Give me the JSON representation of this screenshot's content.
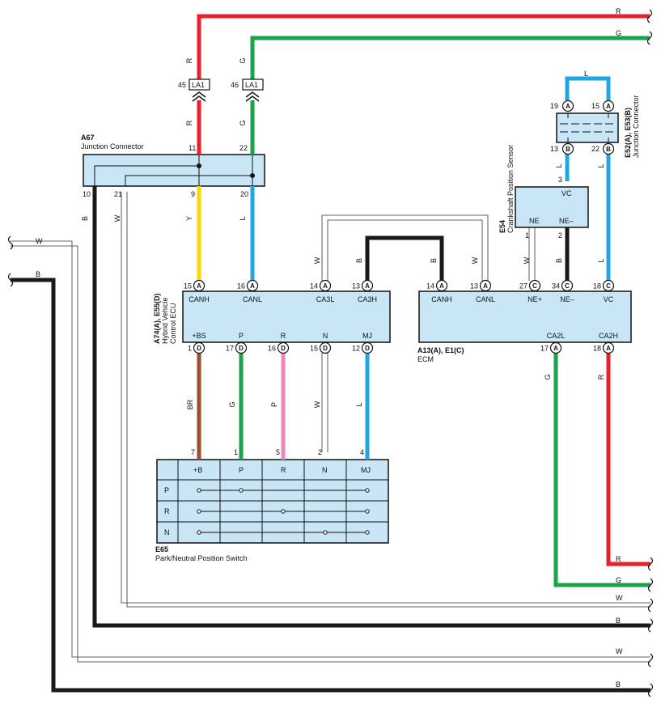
{
  "colors": {
    "R": "#e8202a",
    "G": "#1aa34a",
    "Y": "#ffd700",
    "L": "#1ea7e1",
    "B": "#1a1a1a",
    "BR": "#9a4e2b",
    "P": "#ef84b7",
    "W": "#ffffff",
    "component_fill": "#c8e6f5"
  },
  "wire_codes": {
    "R": "R",
    "G": "G",
    "Y": "Y",
    "L": "L",
    "B": "B",
    "W": "W",
    "BR": "BR",
    "P": "P"
  },
  "junction_connector": {
    "code": "A67",
    "name": "Junction Connector",
    "pins": {
      "p11": "11",
      "p22": "22",
      "p10": "10",
      "p21": "21",
      "p9": "9",
      "p20": "20"
    }
  },
  "inline_connector": {
    "code": "LA1",
    "pin_r": "45",
    "pin_g": "46"
  },
  "hv_ecu": {
    "code": "A74(A), E55(D)",
    "name_line1": "Hybrid Vehicle",
    "name_line2": "Control ECU",
    "top_terminals": [
      {
        "pin": "15",
        "conn": "A",
        "label": "CANH"
      },
      {
        "pin": "16",
        "conn": "A",
        "label": "CANL"
      },
      {
        "pin": "14",
        "conn": "A",
        "label": "CA3L"
      },
      {
        "pin": "13",
        "conn": "A",
        "label": "CA3H"
      }
    ],
    "bottom_terminals": [
      {
        "pin": "1",
        "conn": "D",
        "label": "+BS"
      },
      {
        "pin": "17",
        "conn": "D",
        "label": "P"
      },
      {
        "pin": "16",
        "conn": "D",
        "label": "R"
      },
      {
        "pin": "15",
        "conn": "D",
        "label": "N"
      },
      {
        "pin": "12",
        "conn": "D",
        "label": "MJ"
      }
    ]
  },
  "ecm": {
    "code": "A13(A), E1(C)",
    "name": "ECM",
    "top_terminals": [
      {
        "pin": "14",
        "conn": "A",
        "label": "CANH"
      },
      {
        "pin": "13",
        "conn": "A",
        "label": "CANL"
      },
      {
        "pin": "27",
        "conn": "C",
        "label": "NE+"
      },
      {
        "pin": "34",
        "conn": "C",
        "label": "NE–"
      },
      {
        "pin": "18",
        "conn": "C",
        "label": "VC"
      }
    ],
    "bottom_terminals": [
      {
        "pin": "17",
        "conn": "A",
        "label": "CA2L"
      },
      {
        "pin": "18",
        "conn": "A",
        "label": "CA2H"
      }
    ]
  },
  "crank_sensor": {
    "code": "E54",
    "name": "Crankshaft Position Sensor",
    "vc_label": "VC",
    "ne_plus_label": "NE",
    "ne_minus_label": "NE–",
    "pin_vc": "3",
    "pin_ne_plus": "1",
    "pin_ne_minus": "2"
  },
  "junction_e52": {
    "code": "E52(A), E53(B)",
    "name": "Junction Connector",
    "top_left_pin": "19",
    "top_left_conn": "A",
    "top_right_pin": "15",
    "top_right_conn": "A",
    "bottom_left_pin": "13",
    "bottom_left_conn": "B",
    "bottom_right_pin": "22",
    "bottom_right_conn": "B"
  },
  "pn_switch": {
    "code": "E65",
    "name": "Park/Neutral Position Switch",
    "pins": [
      "7",
      "1",
      "5",
      "2",
      "4"
    ],
    "columns": [
      "+B",
      "P",
      "R",
      "N",
      "MJ"
    ],
    "rows": [
      "P",
      "R",
      "N"
    ]
  }
}
